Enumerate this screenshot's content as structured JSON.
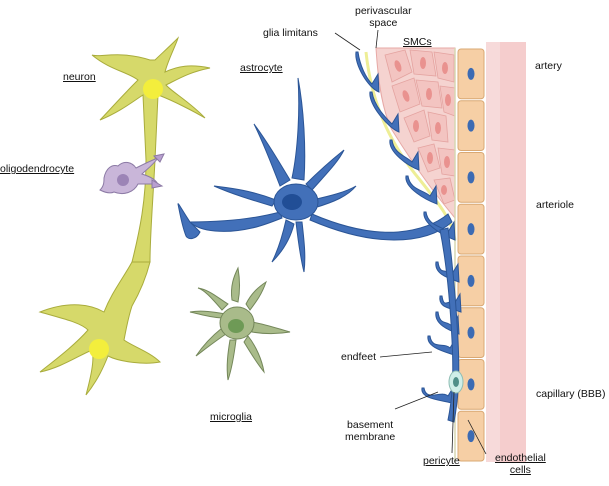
{
  "labels": {
    "glia_limitans": "glia limitans",
    "perivascular_space": "perivascular\nspace",
    "smcs": "SMCs",
    "artery": "artery",
    "neuron": "neuron",
    "astrocyte": "astrocyte",
    "oligodendrocyte": "oligodendrocyte",
    "arteriole": "arteriole",
    "endfeet": "endfeet",
    "microglia": "microglia",
    "capillary": "capillary (BBB)",
    "basement_membrane": "basement\nmembrane",
    "pericyte": "pericyte",
    "endothelial_cells": "endothelial\ncells"
  },
  "colors": {
    "neuron": "#d6d96a",
    "neuron_nucleus": "#f3ee3c",
    "astrocyte": "#3f6fb8",
    "astrocyte_nucleus": "#214e96",
    "oligodendrocyte": "#c8b4d8",
    "microglia": "#a9bb8a",
    "microglia_nucleus": "#6e9a56",
    "smc": "#f2c7c4",
    "endothelial": "#f6cfa5",
    "endothelial_nucleus": "#3c6bb3",
    "vessel_wall": "#f7d6d6",
    "glia_limitans": "#efef9a"
  }
}
